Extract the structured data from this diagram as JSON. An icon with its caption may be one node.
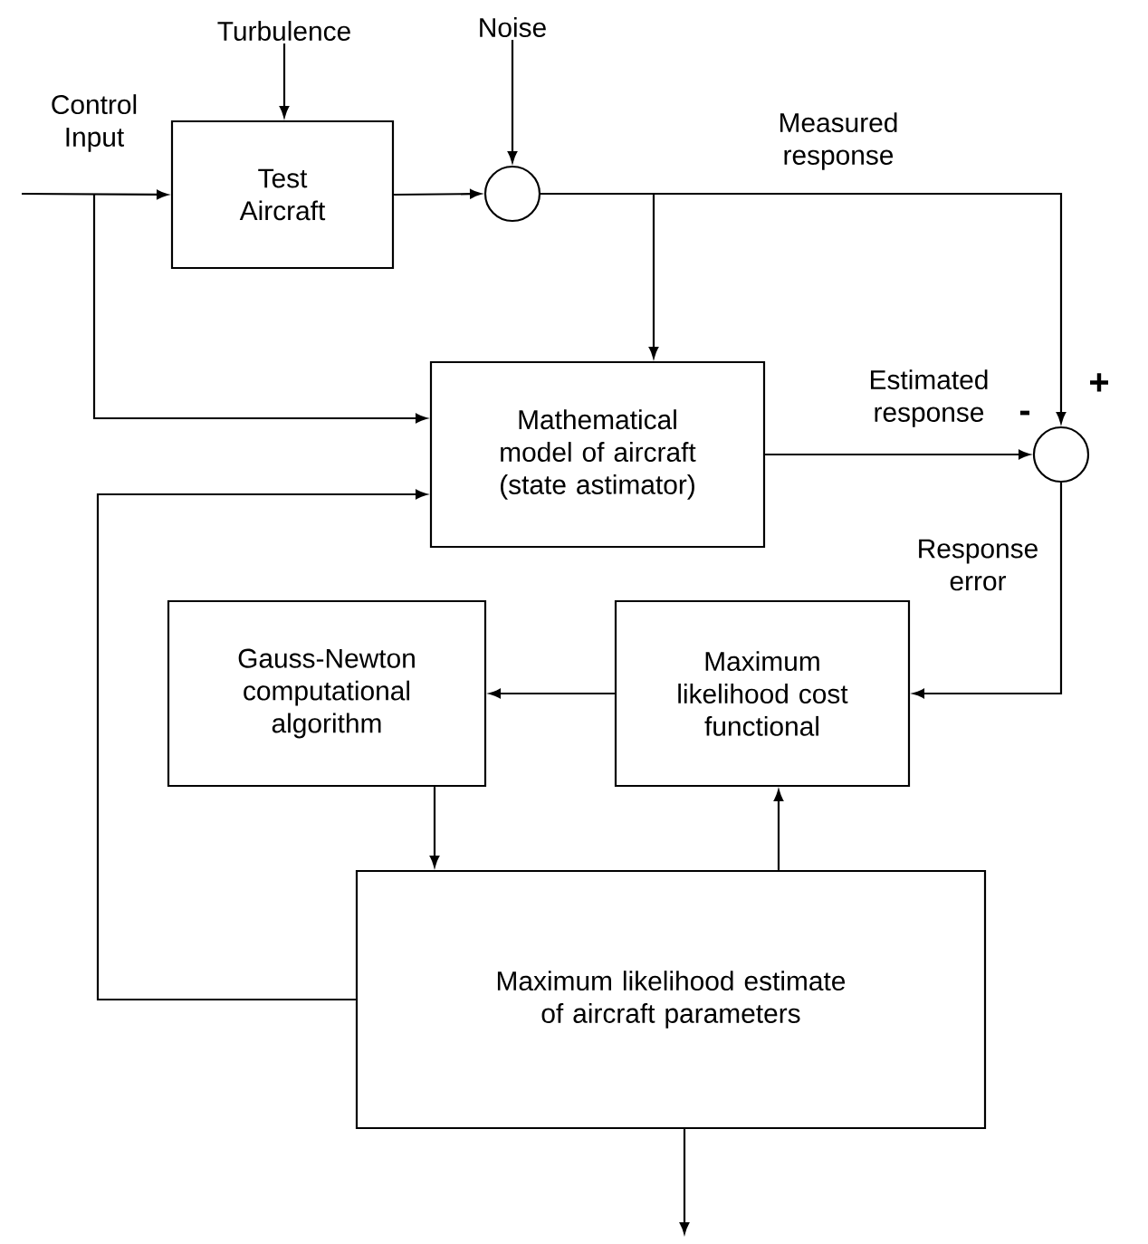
{
  "diagram": {
    "nodes": [
      {
        "text": [
          "Test Aircraft"
        ]
      },
      {
        "text": [],
        "shape": "circle"
      },
      {
        "text": [
          "Mathematical model of aircraft (state astimator)"
        ]
      },
      {
        "text": [],
        "shape": "circle"
      },
      {
        "text": [
          "Gauss-Newton computational algorithm"
        ]
      },
      {
        "text": [
          "Maximum likelihood cost functional"
        ]
      },
      {
        "text": [
          "Maximum likelihood estimate of aircraft parameters"
        ]
      },
      {
        "text": [
          "Turbulence"
        ]
      },
      {
        "text": [
          "Noise"
        ]
      }
    ],
    "edges": [
      {
        "from": 7,
        "to": 0,
        "arrow": "to"
      },
      {
        "from": 8,
        "to": 1,
        "arrow": "to"
      },
      {
        "from": null,
        "to": 0,
        "arrow": "to",
        "label": "Control Input"
      },
      {
        "from": null,
        "to": 2,
        "arrow": "to"
      },
      {
        "from": 0,
        "to": 1,
        "arrow": "to"
      },
      {
        "from": 1,
        "to": 2,
        "arrow": "to"
      },
      {
        "from": 1,
        "to": 3,
        "arrow": "to",
        "label": "Measured response"
      },
      {
        "from": 2,
        "to": 3,
        "arrow": "to",
        "label": "Estimated response"
      },
      {
        "from": 3,
        "to": 5,
        "arrow": "to",
        "label": "Response error"
      },
      {
        "from": 5,
        "to": 4,
        "arrow": "to"
      },
      {
        "from": 4,
        "to": 6,
        "arrow": "to"
      },
      {
        "from": 6,
        "to": 5,
        "arrow": "to"
      },
      {
        "from": 6,
        "to": 2,
        "arrow": "to"
      },
      {
        "from": 6,
        "to": null,
        "arrow": "to"
      }
    ],
    "labels": [
      "+",
      "-"
    ]
  }
}
